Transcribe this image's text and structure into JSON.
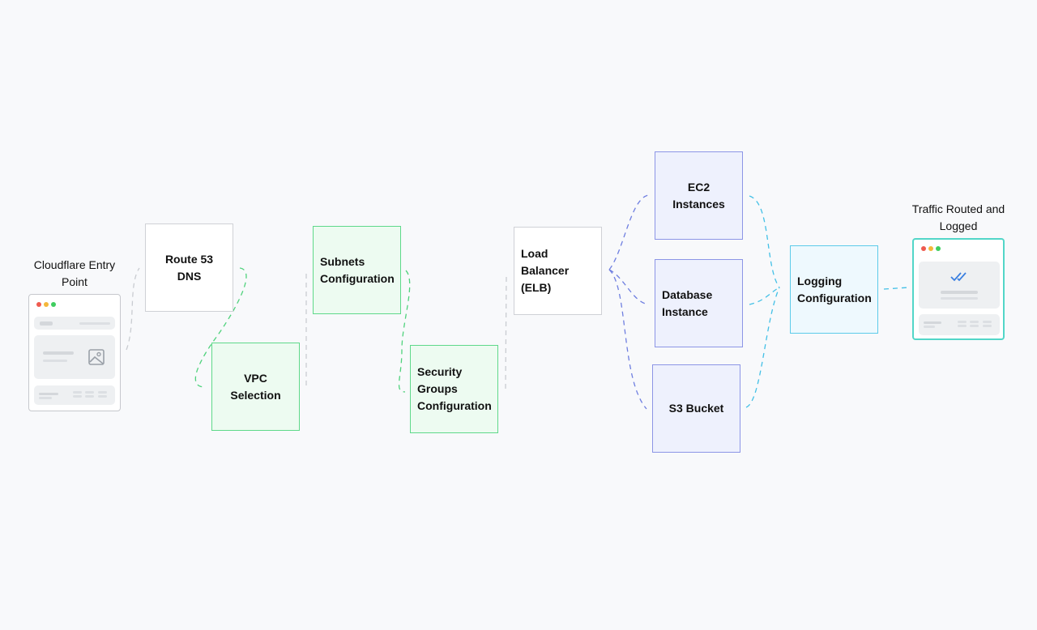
{
  "diagram": {
    "entry_caption": "Cloudflare Entry Point",
    "result_caption": "Traffic Routed and Logged",
    "nodes": {
      "route53": "Route 53 DNS",
      "vpc": "VPC Selection",
      "subnets": "Subnets Configuration",
      "security_groups": "Security Groups Configuration",
      "load_balancer": "Load Balancer (ELB)",
      "ec2": "EC2 Instances",
      "database": "Database Instance",
      "s3": "S3 Bucket",
      "logging": "Logging Configuration"
    },
    "colors": {
      "background": "#f8f9fb",
      "gray_connector": "#c9ccd1",
      "green_connector": "#4fd27c",
      "blue_connector": "#6f7fe0",
      "cyan_connector": "#43c0e6",
      "checkmark": "#3a7fe0"
    },
    "icons": {
      "entry_window": "browser-window-image-icon",
      "result_window": "browser-window-double-check-icon"
    }
  }
}
